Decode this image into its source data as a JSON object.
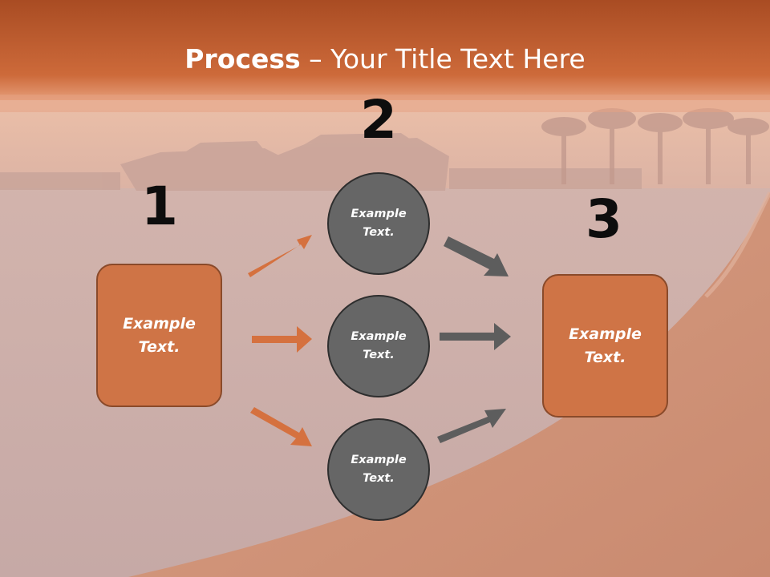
{
  "slide": {
    "title_bold": "Process",
    "title_rest": " – Your Title Text Here",
    "steps": {
      "one": "1",
      "two": "2",
      "three": "3"
    },
    "left_box": "Example\nText.",
    "right_box": "Example\nText.",
    "circles": [
      "Example\nText.",
      "Example\nText.",
      "Example\nText."
    ]
  },
  "colors": {
    "header": "#b8582b",
    "box_fill": "#cf7446",
    "circle_fill": "#666666",
    "orange_arrow": "#d5713f",
    "gray_arrow": "#5d5d5d"
  }
}
